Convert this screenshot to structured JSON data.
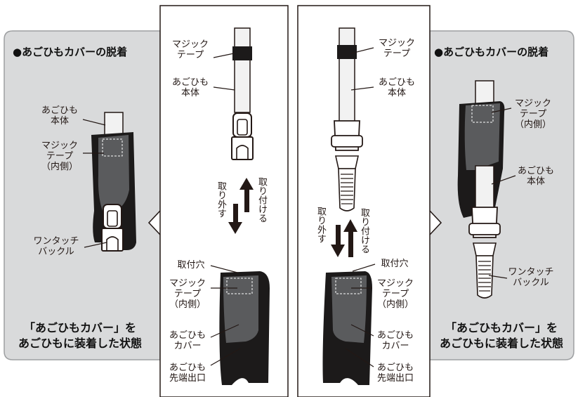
{
  "left_panel": {
    "title": "●あごひもカバーの脱着",
    "labels": {
      "chin_strap_body_1": "あごひも",
      "chin_strap_body_2": "本体",
      "magic_tape_1": "マジック",
      "magic_tape_2": "テープ",
      "magic_tape_3": "（内側）",
      "buckle_1": "ワンタッチ",
      "buckle_2": "バックル"
    },
    "caption_1": "「あごひもカバー」を",
    "caption_2": "あごひもに装着した状態"
  },
  "center_left_panel": {
    "labels": {
      "magic_tape_1": "マジック",
      "magic_tape_2": "テープ",
      "chin_strap_body_1": "あごひも",
      "chin_strap_body_2": "本体",
      "remove": "取り外す",
      "attach": "取り付ける",
      "mounting_hole": "取付穴",
      "cover_tape_1": "マジック",
      "cover_tape_2": "テープ",
      "cover_tape_3": "（内側）",
      "cover_1": "あごひも",
      "cover_2": "カバー",
      "tip_exit_1": "あごひも",
      "tip_exit_2": "先端出口"
    }
  },
  "center_right_panel": {
    "labels": {
      "magic_tape_1": "マジック",
      "magic_tape_2": "テープ",
      "chin_strap_body_1": "あごひも",
      "chin_strap_body_2": "本体",
      "remove": "取り外す",
      "attach": "取り付ける",
      "mounting_hole": "取付穴",
      "cover_tape_1": "マジック",
      "cover_tape_2": "テープ",
      "cover_tape_3": "（内側）",
      "cover_1": "あごひも",
      "cover_2": "カバー",
      "tip_exit_1": "あごひも",
      "tip_exit_2": "先端出口"
    }
  },
  "right_panel": {
    "title": "●あごひもカバーの脱着",
    "labels": {
      "magic_tape_1": "マジック",
      "magic_tape_2": "テープ",
      "magic_tape_3": "（内側）",
      "chin_strap_body_1": "あごひも",
      "chin_strap_body_2": "本体",
      "buckle_1": "ワンタッチ",
      "buckle_2": "バックル"
    },
    "caption_1": "「あごひもカバー」を",
    "caption_2": "あごひもに装着した状態"
  },
  "colors": {
    "panel_bg": "#d9dadb",
    "panel_border": "#9d9fa1",
    "cover_black": "#1c1a1a",
    "cover_gray": "#5a5b5d",
    "strap": "#f2f2f2",
    "arrow": "#231815"
  }
}
